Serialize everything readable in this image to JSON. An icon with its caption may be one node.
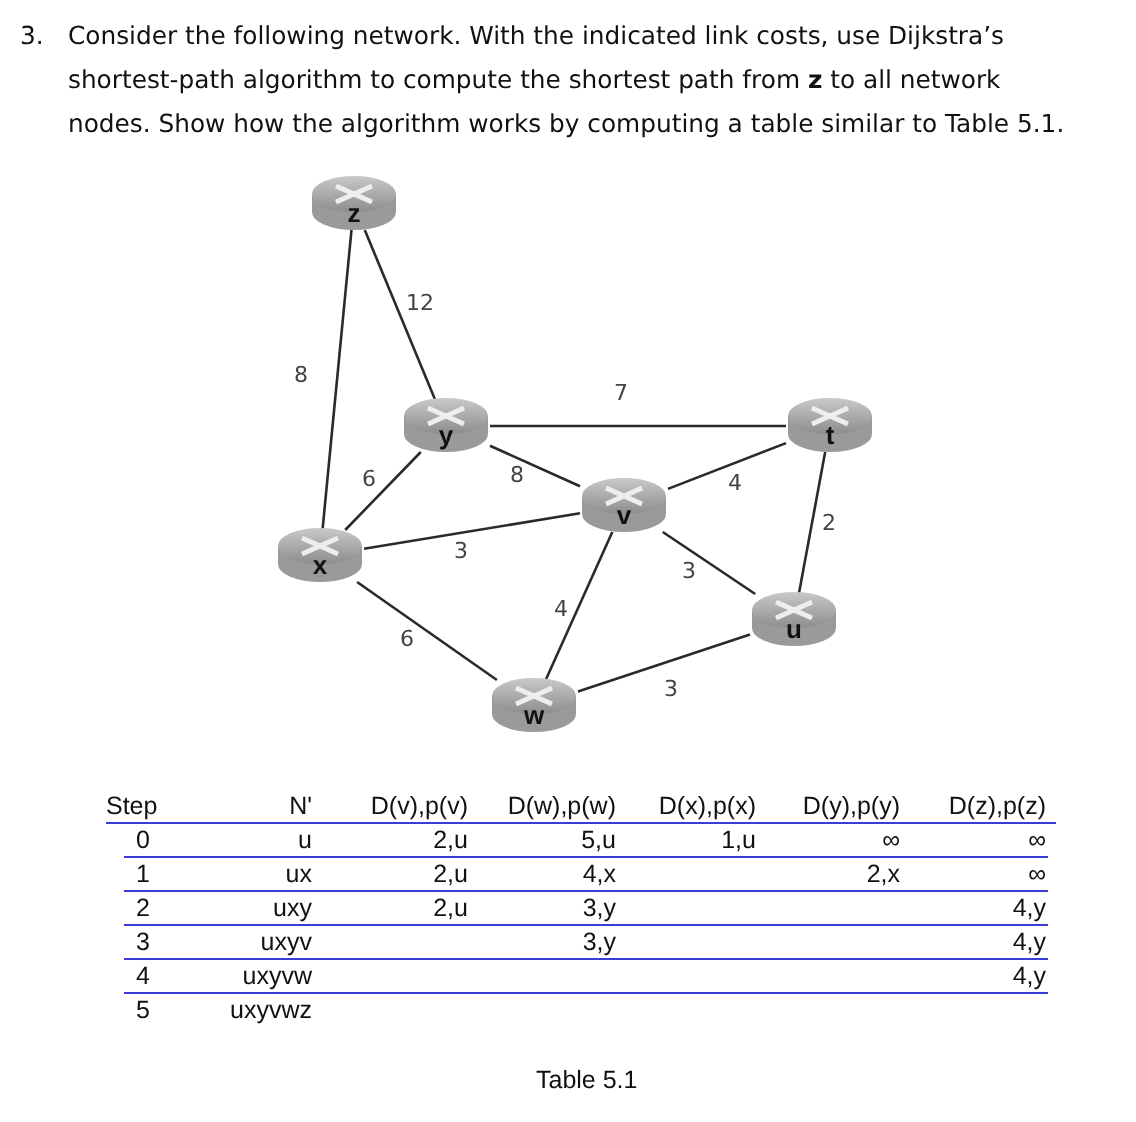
{
  "diagram": {
    "title": "Consider the following network. With the indicated link costs, use Dijkstra’s shortest-path algorithm to compute the shortest path from **z** to all network nodes. Show how the algorithm works by computing a table similar to Table 5.1.",
    "nodes": [
      {
        "text": [
          "z"
        ]
      },
      {
        "text": [
          "y"
        ]
      },
      {
        "text": [
          "t"
        ]
      },
      {
        "text": [
          "v"
        ]
      },
      {
        "text": [
          "x"
        ]
      },
      {
        "text": [
          "u"
        ]
      },
      {
        "text": [
          "w"
        ]
      }
    ],
    "edges": [
      {
        "from": 0,
        "to": 4,
        "label": "8",
        "arrow": "none"
      },
      {
        "from": 0,
        "to": 1,
        "label": "12",
        "arrow": "none"
      },
      {
        "from": 1,
        "to": 2,
        "label": "7",
        "arrow": "none"
      },
      {
        "from": 1,
        "to": 4,
        "label": "6",
        "arrow": "none"
      },
      {
        "from": 1,
        "to": 3,
        "label": "8",
        "arrow": "none"
      },
      {
        "from": 3,
        "to": 2,
        "label": "4",
        "arrow": "none"
      },
      {
        "from": 2,
        "to": 5,
        "label": "2",
        "arrow": "none"
      },
      {
        "from": 4,
        "to": 3,
        "label": "3",
        "arrow": "none"
      },
      {
        "from": 3,
        "to": 5,
        "label": "3",
        "arrow": "none"
      },
      {
        "from": 4,
        "to": 6,
        "label": "6",
        "arrow": "none"
      },
      {
        "from": 3,
        "to": 6,
        "label": "4",
        "arrow": "none"
      },
      {
        "from": 6,
        "to": 5,
        "label": "3",
        "arrow": "none"
      }
    ],
    "labels": [
      "3.",
      "Step",
      "N'",
      "D(v),p(v)",
      "D(w),p(w)",
      "D(x),p(x)",
      "D(y),p(y)",
      "D(z),p(z)",
      "0",
      "u",
      "2,u",
      "5,u",
      "1,u",
      "∞",
      "∞",
      "1",
      "ux",
      "2,u",
      "4,x",
      "2,x",
      "∞",
      "2",
      "uxy",
      "2,u",
      "3,y",
      "4,y",
      "3",
      "uxyv",
      "3,y",
      "4,y",
      "4",
      "uxyvw",
      "4,y",
      "5",
      "uxyvwz",
      "Table 5.1"
    ]
  }
}
